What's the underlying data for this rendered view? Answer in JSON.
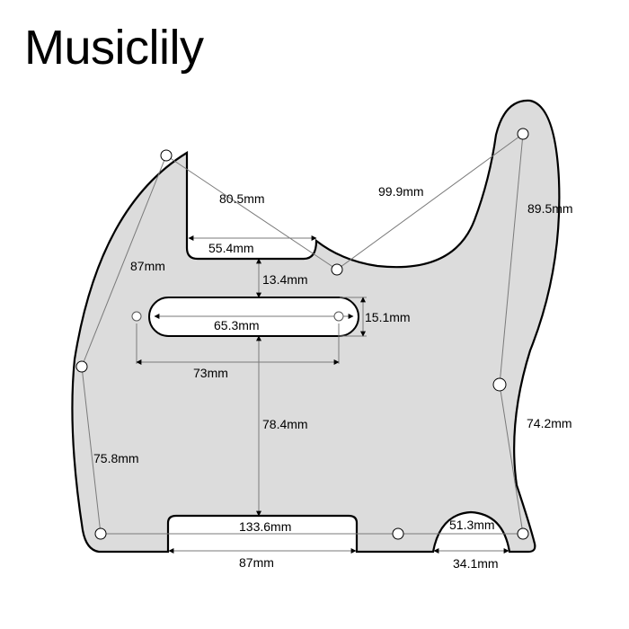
{
  "brand": {
    "name": "Musiclily"
  },
  "colors": {
    "pickguard_fill": "#dcdcdc",
    "outline": "#000000",
    "dimension_line": "#7a7a7a",
    "background": "#ffffff"
  },
  "diagram": {
    "subject": "Telecaster-style pickguard",
    "dimensions": {
      "neck_cutout_width": "55.4mm",
      "top_left_to_center_screw": "80.5mm",
      "center_screw_to_top_right": "99.9mm",
      "top_right_to_right_mid": "89.5mm",
      "top_left_to_left_mid": "87mm",
      "neck_cutout_to_pickup": "13.4mm",
      "pickup_width": "15.1mm",
      "pickup_length": "65.3mm",
      "pickup_screw_spacing": "73mm",
      "pickup_to_bottom_cutout": "78.4mm",
      "left_mid_to_bottom_left": "75.8mm",
      "right_mid_to_bottom_right": "74.2mm",
      "bottom_left_to_bottom_mid": "133.6mm",
      "bottom_cutout_width": "87mm",
      "bottom_mid_to_bottom_right": "51.3mm",
      "arch_cutout_width": "34.1mm"
    }
  }
}
